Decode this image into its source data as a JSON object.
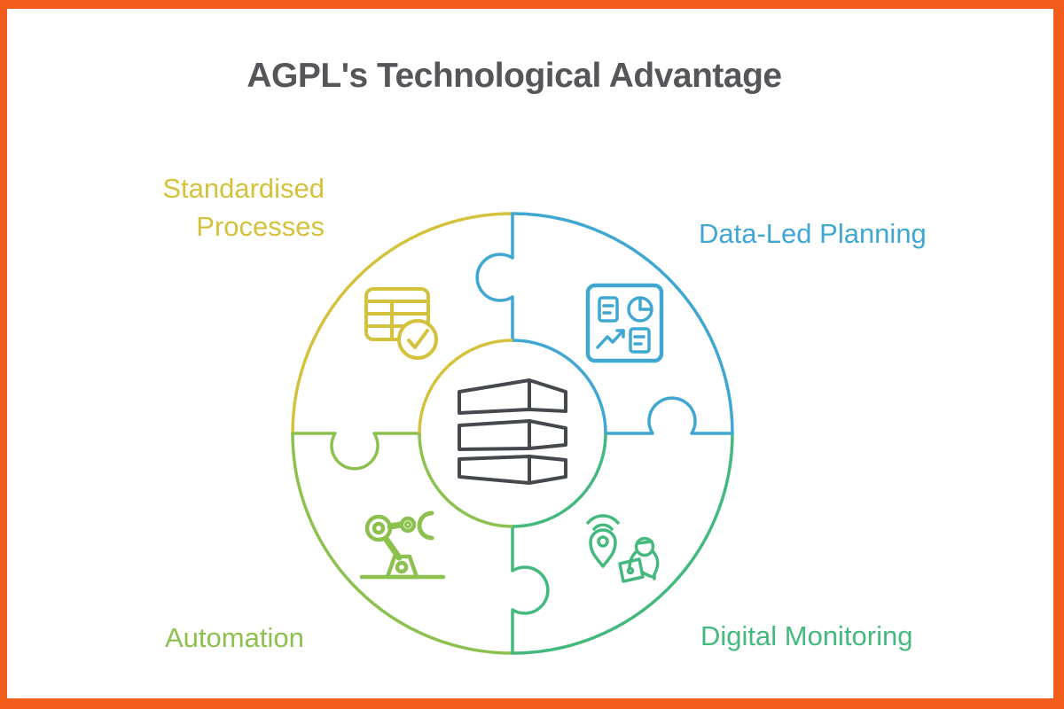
{
  "title": "AGPL's Technological Advantage",
  "title_color": "#555659",
  "frame_color": "#f25c1a",
  "center_icon": {
    "name": "building-icon",
    "color": "#45484c"
  },
  "quadrants": [
    {
      "position": "top-left",
      "label": "Standardised Processes",
      "label_lines": [
        "Standardised",
        "Processes"
      ],
      "color": "#d4c23d",
      "icon": "table-check-icon"
    },
    {
      "position": "top-right",
      "label": "Data-Led Planning",
      "label_lines": [
        "Data-Led Planning"
      ],
      "color": "#3fa7d1",
      "icon": "planning-dashboard-icon"
    },
    {
      "position": "bottom-right",
      "label": "Digital Monitoring",
      "label_lines": [
        "Digital Monitoring"
      ],
      "color": "#43b97d",
      "icon": "location-monitoring-icon"
    },
    {
      "position": "bottom-left",
      "label": "Automation",
      "label_lines": [
        "Automation"
      ],
      "color": "#8dc14f",
      "icon": "robot-arm-icon"
    }
  ]
}
